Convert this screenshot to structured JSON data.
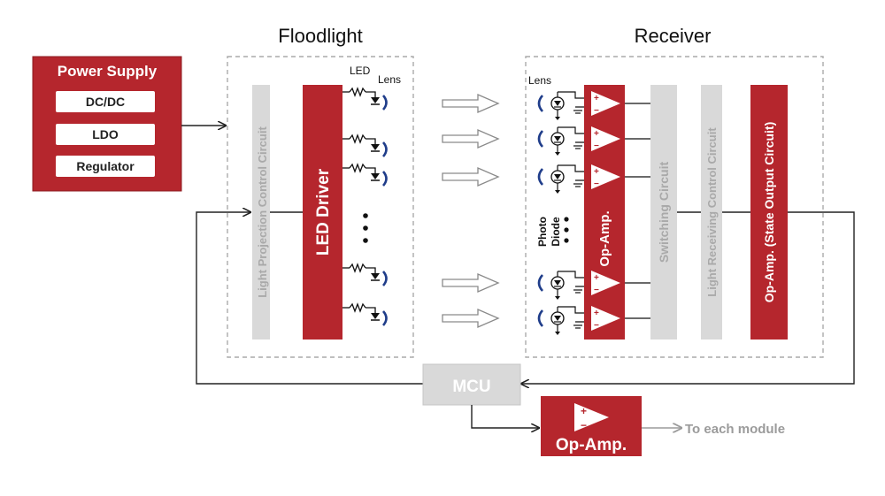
{
  "titles": {
    "floodlight": "Floodlight",
    "receiver": "Receiver"
  },
  "power_supply": {
    "title": "Power Supply",
    "items": [
      "DC/DC",
      "LDO",
      "Regulator"
    ]
  },
  "floodlight": {
    "control_circuit": "Light Projection Control Circuit",
    "driver": "LED Driver",
    "led_label": "LED",
    "lens_label": "Lens"
  },
  "receiver": {
    "lens_label": "Lens",
    "photodiode_label_1": "Photo",
    "photodiode_label_2": "Diode",
    "opamp_label": "Op-Amp.",
    "switching_circuit": "Switching Circuit",
    "receiving_control": "Light Receiving Control Circuit",
    "state_output": "Op-Amp. (State Output Circuit)"
  },
  "mcu": {
    "label": "MCU"
  },
  "output_opamp": {
    "label": "Op-Amp.",
    "plus": "+",
    "minus": "−"
  },
  "output_text": "To each module",
  "colors": {
    "red": "#b5262d",
    "gray_box": "#d9d9d9",
    "gray_text": "#9b9b9b",
    "arrow_gray": "#a0a0a0",
    "lens_blue": "#1f3d8a"
  }
}
